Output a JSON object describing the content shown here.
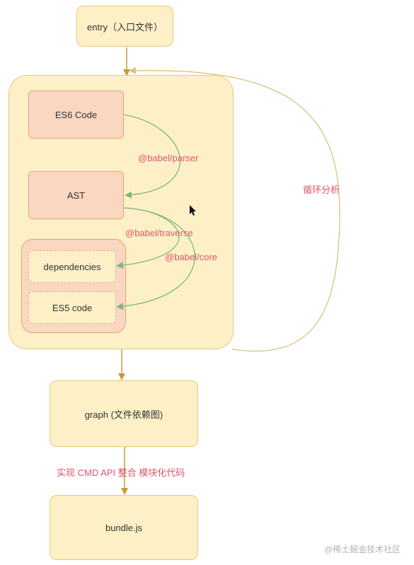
{
  "nodes": {
    "entry": "entry（入口文件）",
    "es6": "ES6 Code",
    "ast": "AST",
    "dependencies": "dependencies",
    "es5": "ES5 code",
    "graph": "graph (文件依赖图)",
    "bundle": "bundle.js"
  },
  "edges": {
    "parser": "@babel/parser",
    "traverse": "@babel/traverse",
    "core": "@babel/core",
    "loop": "循环分析",
    "cmd": "实现 CMD API 整合 模块化代码"
  },
  "watermark": "@稀土掘金技术社区",
  "colors": {
    "box_fill": "#fdf0c7",
    "box_border": "#e6c877",
    "orange_fill": "#fad7c0",
    "orange_border": "#e8a27a",
    "label": "#e0556a",
    "green_arrow": "#7fb77e",
    "flow_arrow": "#c89a3a"
  }
}
